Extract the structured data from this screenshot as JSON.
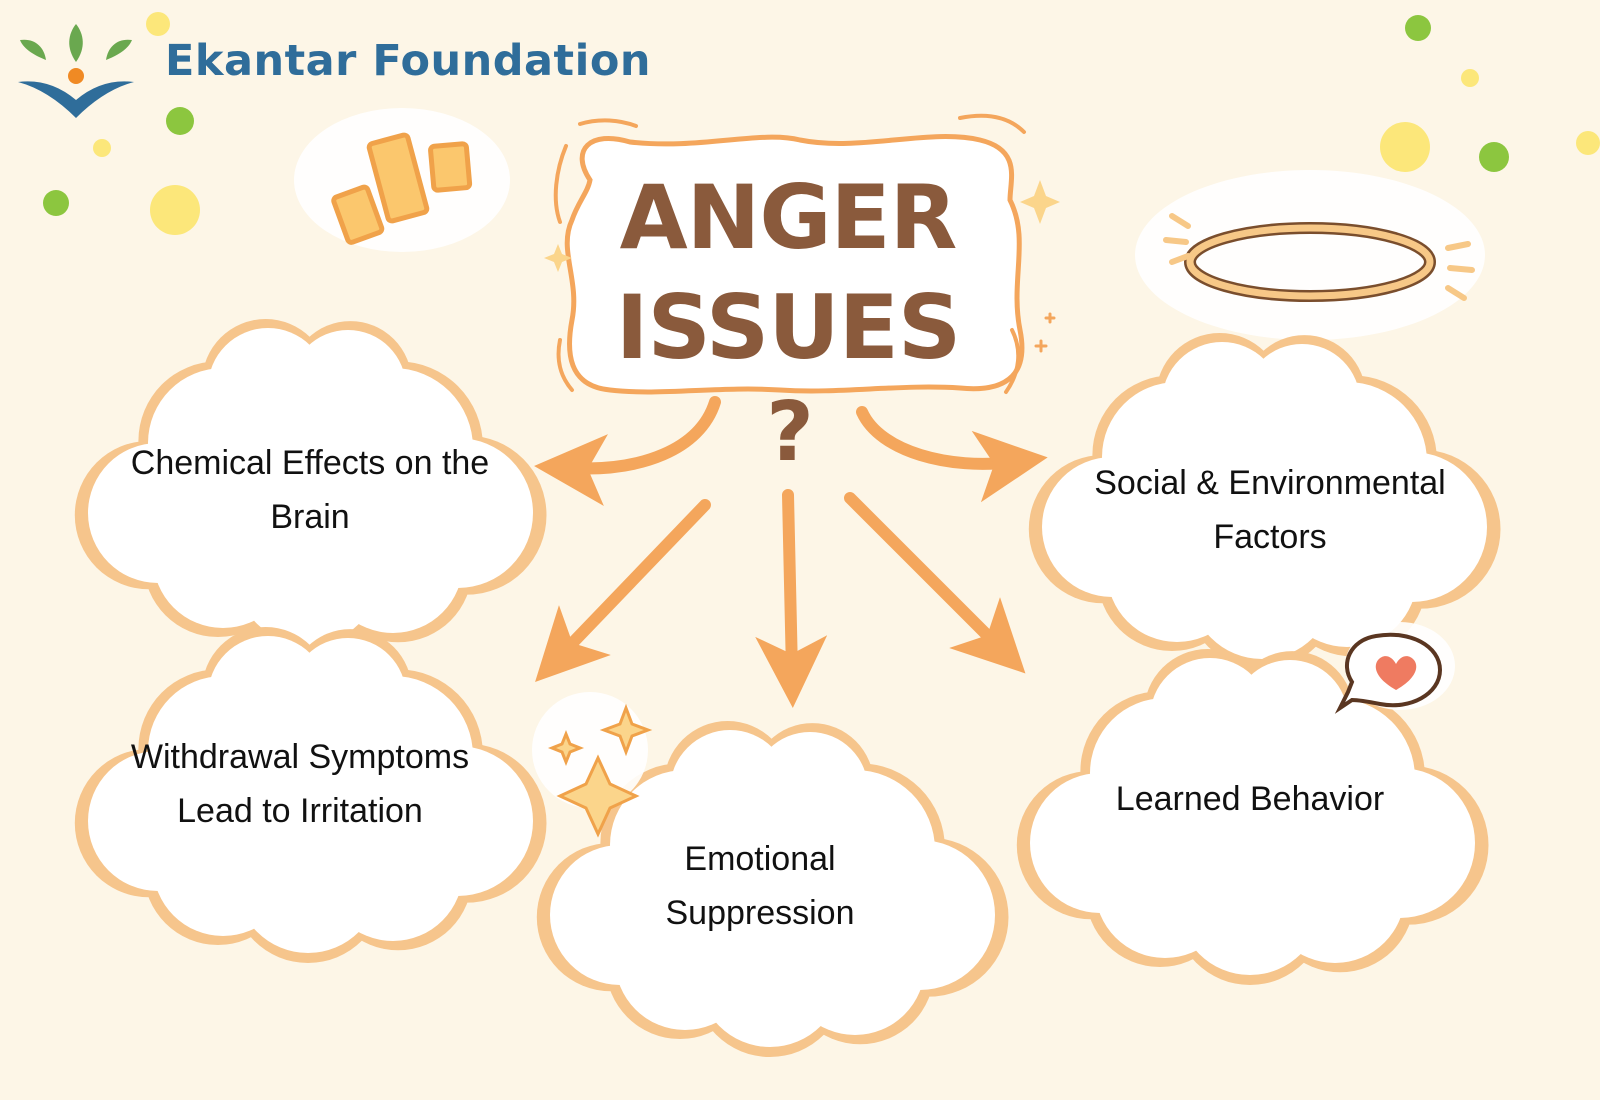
{
  "brand": {
    "name": "Ekantar Foundation"
  },
  "title": {
    "line1": "ANGER",
    "line2": "ISSUES",
    "question_mark": "?"
  },
  "causes": [
    {
      "label": "Chemical Effects on the Brain"
    },
    {
      "label": "Social & Environmental Factors"
    },
    {
      "label": "Withdrawal Symptoms Lead to Irritation"
    },
    {
      "label": "Emotional Suppression"
    },
    {
      "label": "Learned Behavior"
    }
  ],
  "colors": {
    "background": "#fdf6e7",
    "brand_text": "#2f6d9a",
    "title_text": "#8a5a3c",
    "arrow": "#f4a65c",
    "cloud_fill": "#ffffff",
    "cloud_outline": "#f6c58c",
    "dot_green": "#8cc63f",
    "dot_yellow": "#fce77a"
  },
  "icons": [
    "logo-icon",
    "exclamation-bars-icon",
    "halo-icon",
    "sparkle-icon",
    "heart-bubble-icon"
  ]
}
